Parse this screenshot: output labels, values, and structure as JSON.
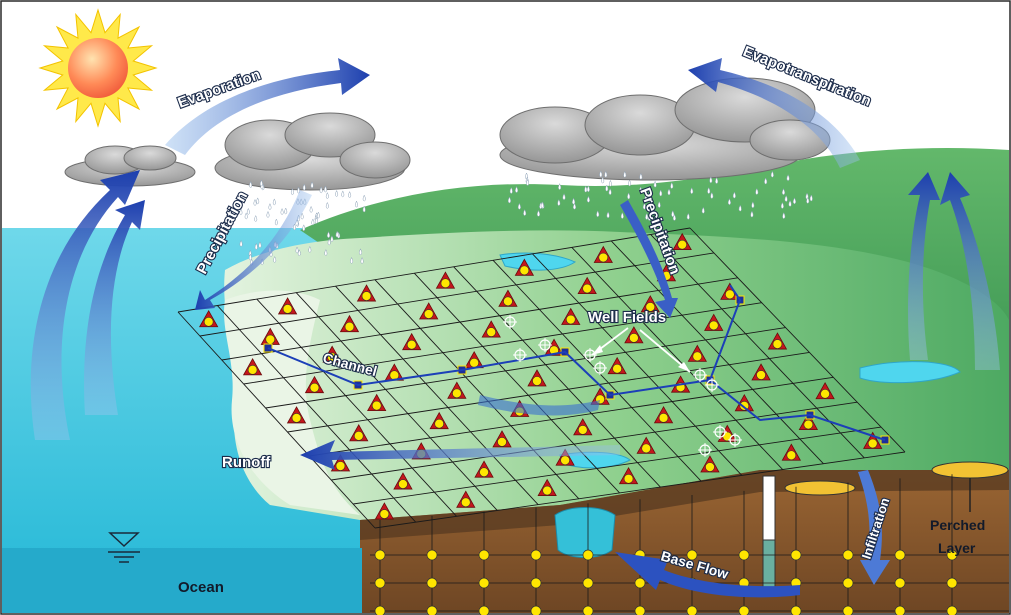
{
  "labels": {
    "evaporation": "Evaporation",
    "evapotranspiration": "Evapotranspiration",
    "precipitation_left": "Precipitation",
    "precipitation_right": "Precipitation",
    "well_fields": "Well Fields",
    "channel": "Channel",
    "runoff": "Runoff",
    "ocean": "Ocean",
    "base_flow": "Base Flow",
    "infiltration": "Infiltration",
    "perched_line1": "Perched",
    "perched_line2": "Layer"
  },
  "colors": {
    "sky": "#ffffff",
    "sea": "#4fd0e6",
    "ocean_deep": "#2fb4d3",
    "land_light": "#cfe9c9",
    "land_green": "#5fb36f",
    "hills": "#3f9a56",
    "soil": "#8a5a2e",
    "soil_dark": "#5b3b1f",
    "cloud": "#9c9c9c",
    "arrow_blue": "#2346b8",
    "node_fill": "#ffe600",
    "node_border": "#b0161b",
    "channel_node": "#1c2f9c"
  }
}
